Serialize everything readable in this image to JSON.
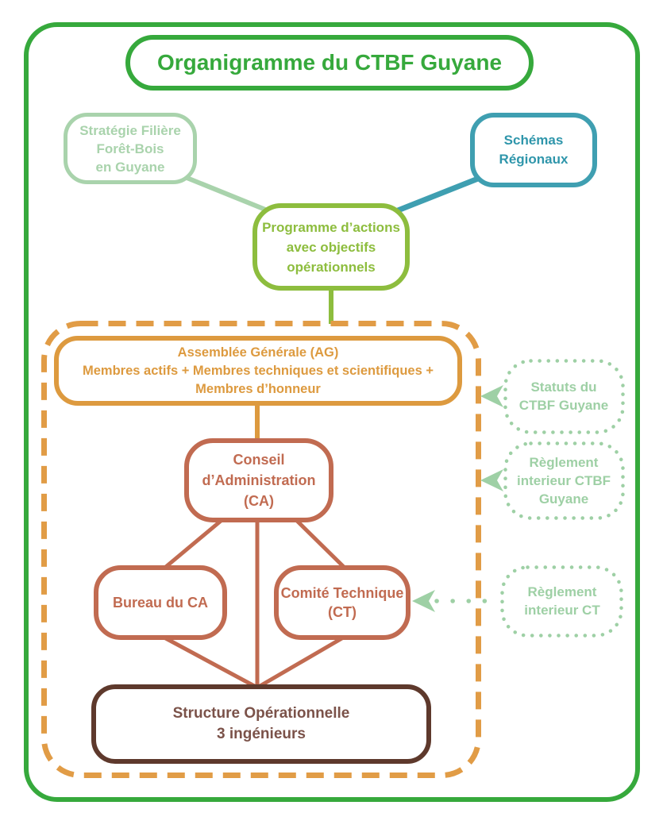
{
  "title": "Organigramme du CTBF Guyane",
  "nodes": {
    "strategie": {
      "line1": "Stratégie Filière",
      "line2": "Forêt-Bois",
      "line3": "en Guyane"
    },
    "schemas": {
      "line1": "Schémas",
      "line2": "Régionaux"
    },
    "programme": {
      "line1": "Programme d’actions",
      "line2": "avec objectifs",
      "line3": "opérationnels"
    },
    "assemblee": {
      "line1": "Assemblée Générale (AG)",
      "line2": "Membres actifs + Membres techniques et scientifiques +",
      "line3": "Membres d’honneur"
    },
    "conseil": {
      "line1": "Conseil",
      "line2": "d’Administration",
      "line3": "(CA)"
    },
    "bureau": {
      "line1": "Bureau du CA"
    },
    "comite": {
      "line1": "Comité Technique",
      "line2": "(CT)"
    },
    "structure": {
      "line1": "Structure Opérationnelle",
      "line2": "3 ingénieurs"
    },
    "statuts": {
      "line1": "Statuts du",
      "line2": "CTBF Guyane"
    },
    "reglement_ctbf": {
      "line1": "Règlement",
      "line2": "interieur CTBF",
      "line3": "Guyane"
    },
    "reglement_ct": {
      "line1": "Règlement",
      "line2": "interieur CT"
    }
  },
  "colors": {
    "green": "#36a93c",
    "light_green": "#a9d3ac",
    "teal": "#3f9fb1",
    "yellow_green": "#8dbd3e",
    "orange": "#dd9a3f",
    "dashed_orange": "#e19c46",
    "terracotta": "#c16b51",
    "dark_brown": "#5e392c",
    "brown_text": "#7b5249",
    "dotted_green": "#9ed0a5"
  }
}
